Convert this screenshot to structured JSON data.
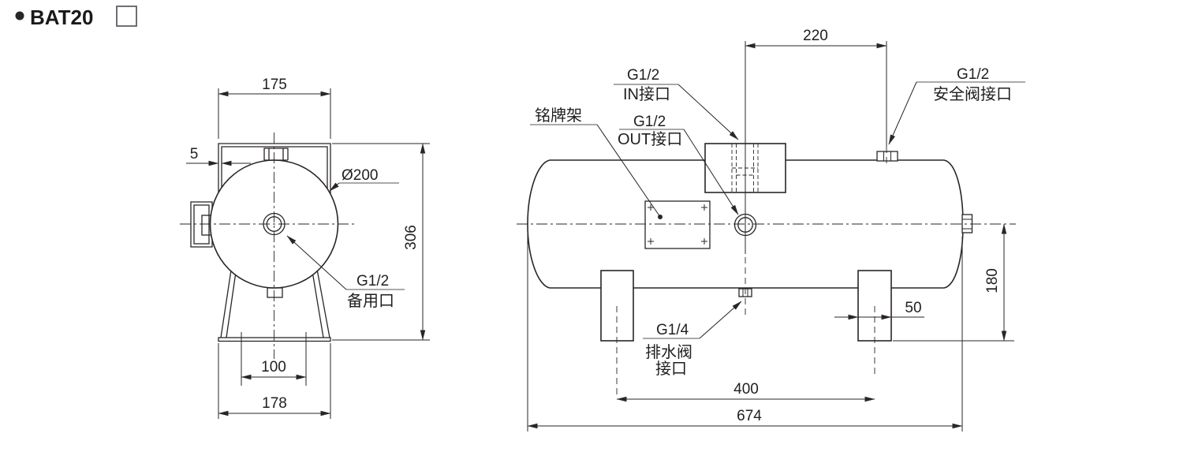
{
  "title": {
    "model": "BAT20"
  },
  "end_view": {
    "dims": {
      "strap_width": "175",
      "strap_thickness": "5",
      "tank_diameter": "Ø200",
      "overall_height": "306",
      "slot_spacing": "100",
      "base_width": "178"
    },
    "labels": {
      "spare_port_size": "G1/2",
      "spare_port": "备用口"
    }
  },
  "side_view": {
    "dims": {
      "in_to_safety": "220",
      "center_to_base": "180",
      "leg_width": "50",
      "leg_pitch": "400",
      "overall_length": "674"
    },
    "labels": {
      "in_size": "G1/2",
      "in_port": "IN接口",
      "out_size": "G1/2",
      "out_port": "OUT接口",
      "nameplate": "铭牌架",
      "safety_size": "G1/2",
      "safety_port": "安全阀接口",
      "drain_size": "G1/4",
      "drain_line1": "排水阀",
      "drain_line2": "接口"
    }
  }
}
